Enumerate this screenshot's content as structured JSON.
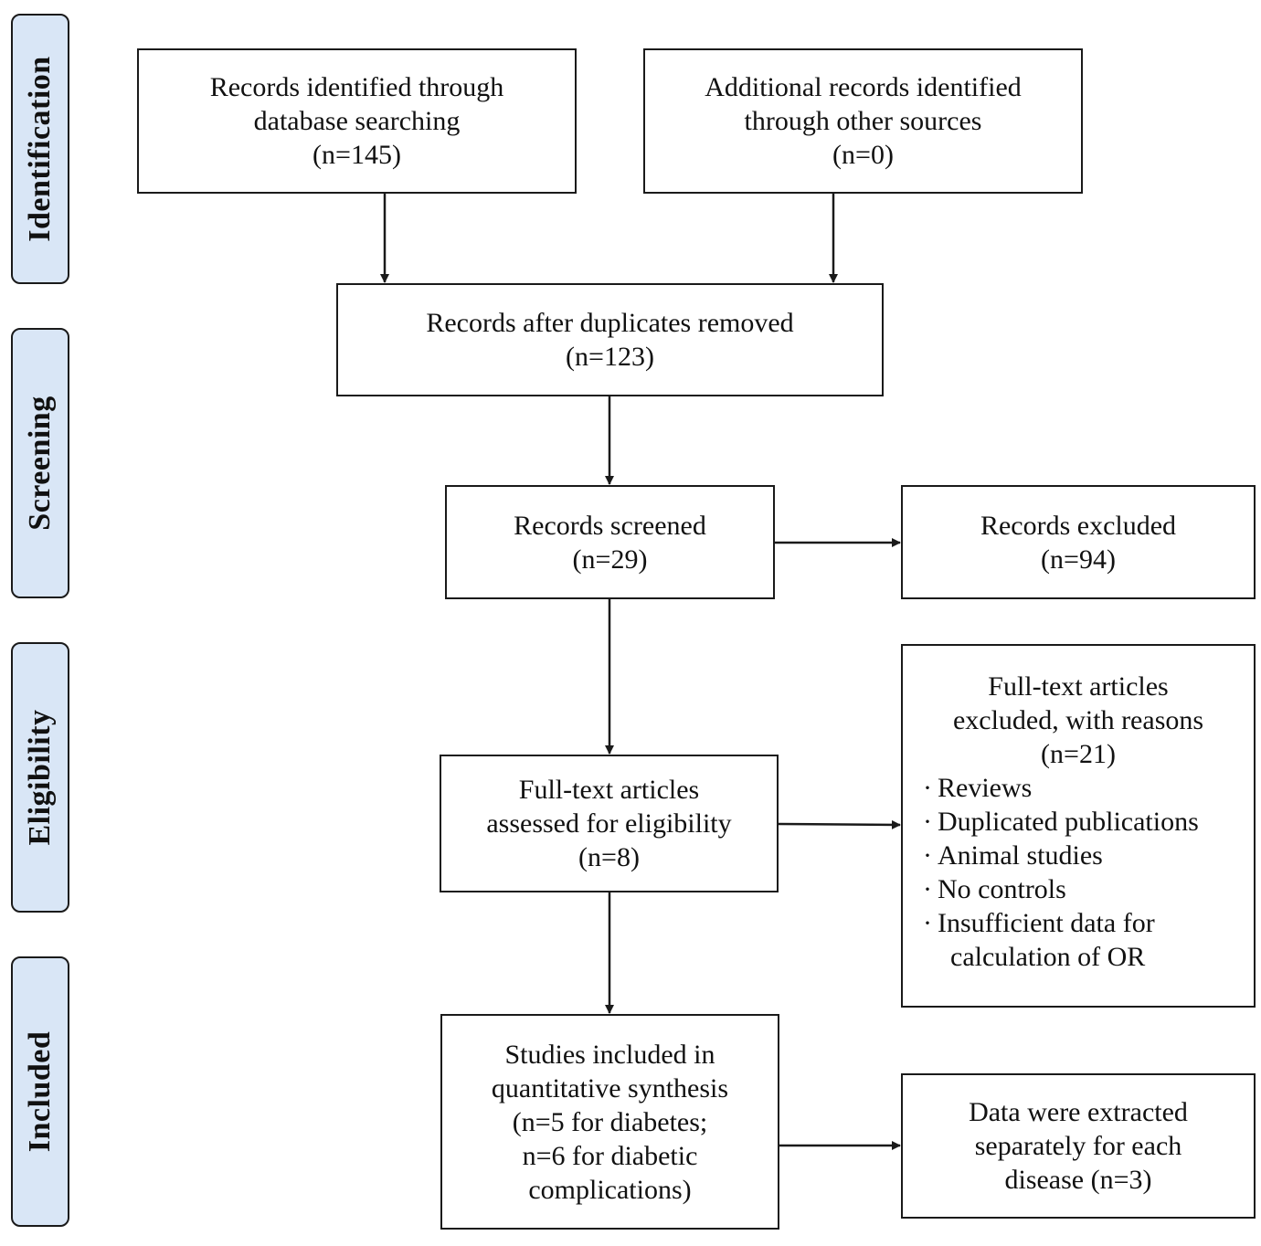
{
  "stages": {
    "identification": "Identification",
    "screening": "Screening",
    "eligibility": "Eligibility",
    "included": "Included"
  },
  "boxes": {
    "database_search": {
      "lines": [
        "Records identified through",
        "database searching",
        "(n=145)"
      ]
    },
    "other_sources": {
      "lines": [
        "Additional records identified",
        "through other sources",
        "(n=0)"
      ]
    },
    "duplicates_removed": {
      "lines": [
        "Records after duplicates removed",
        "(n=123)"
      ]
    },
    "screened": {
      "lines": [
        "Records screened",
        "(n=29)"
      ]
    },
    "excluded": {
      "lines": [
        "Records excluded",
        "(n=94)"
      ]
    },
    "fulltext_assessed": {
      "lines": [
        "Full-text articles",
        "assessed for eligibility",
        "(n=8)"
      ]
    },
    "fulltext_excluded": {
      "heading": [
        "Full-text articles",
        "excluded, with reasons",
        "(n=21)"
      ],
      "bullet": "·",
      "reasons": [
        "Reviews",
        "Duplicated publications",
        "Animal studies",
        "No controls",
        "Insufficient data for"
      ],
      "reason_continuation": "calculation of OR"
    },
    "included_studies": {
      "lines": [
        "Studies included in",
        "quantitative synthesis",
        "(n=5 for diabetes;",
        "n=6 for diabetic",
        "complications)"
      ]
    },
    "data_extracted": {
      "lines": [
        "Data were extracted",
        "separately for each",
        "disease (n=3)"
      ]
    }
  },
  "colors": {
    "stage_fill": "#d9e6f6",
    "border": "#1a1a1a"
  }
}
